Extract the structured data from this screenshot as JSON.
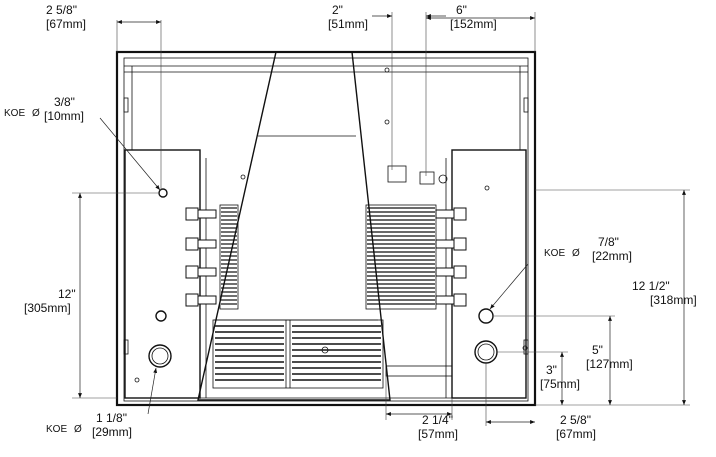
{
  "drawing": {
    "dimensions": {
      "top_left_width": {
        "imperial": "2 5/8\"",
        "metric": "[67mm]"
      },
      "top_2in": {
        "imperial": "2\"",
        "metric": "[51mm]"
      },
      "top_6in": {
        "imperial": "6\"",
        "metric": "[152mm]"
      },
      "koe_3_8": {
        "prefix": "KOE",
        "imperial": "3/8\"",
        "metric": "[10mm]"
      },
      "left_height_12": {
        "imperial": "12\"",
        "metric": "[305mm]"
      },
      "koe_1_1_8": {
        "prefix": "KOE",
        "imperial": "1 1/8\"",
        "metric": "[29mm]"
      },
      "koe_7_8": {
        "prefix": "KOE",
        "imperial": "7/8\"",
        "metric": "[22mm]"
      },
      "right_height_12_5": {
        "imperial": "12 1/2\"",
        "metric": "[318mm]"
      },
      "right_5in": {
        "imperial": "5\"",
        "metric": "[127mm]"
      },
      "right_3in": {
        "imperial": "3\"",
        "metric": "[75mm]"
      },
      "bottom_2_1_4": {
        "imperial": "2 1/4\"",
        "metric": "[57mm]"
      },
      "bottom_2_5_8": {
        "imperial": "2 5/8\"",
        "metric": "[67mm]"
      }
    },
    "diameter_symbol": "Ø"
  }
}
